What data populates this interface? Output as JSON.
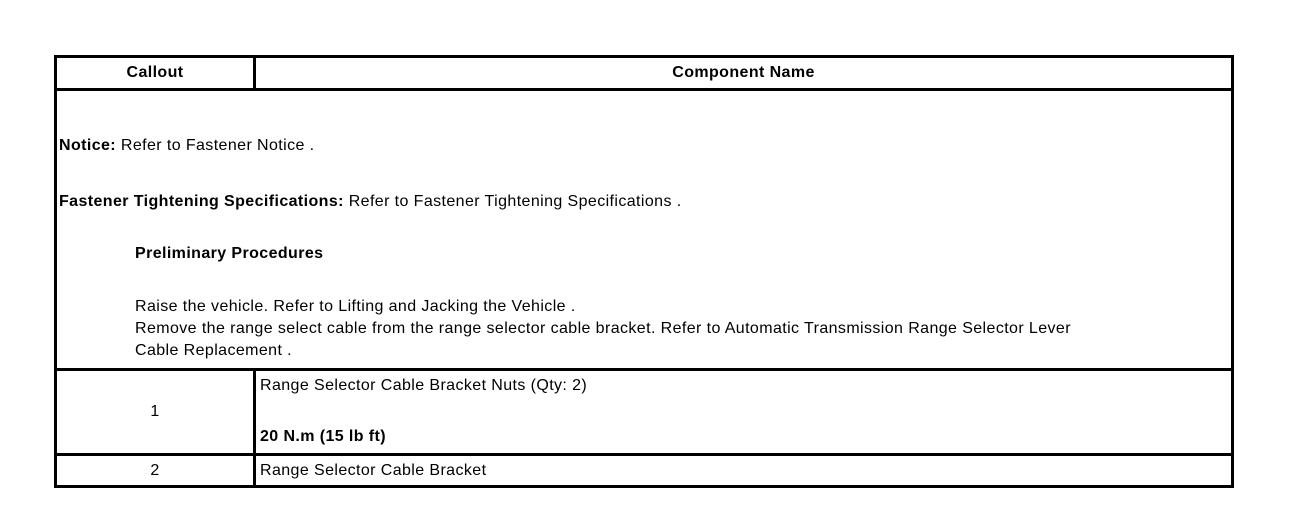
{
  "page": {
    "background_color": "#ffffff",
    "text_color": "#000000",
    "border_color": "#000000"
  },
  "table": {
    "header": {
      "callout_label": "Callout",
      "component_label": "Component Name"
    },
    "notes": {
      "notice_label": "Notice:",
      "notice_text": " Refer to Fastener Notice .",
      "fastener_label": "Fastener Tightening Specifications:",
      "fastener_text": " Refer to Fastener Tightening Specifications .",
      "preliminary_heading": "Preliminary Procedures",
      "procedure_lines": [
        "Raise the vehicle. Refer to Lifting and Jacking the Vehicle .",
        "Remove the range select cable from the range selector cable bracket. Refer to Automatic Transmission Range Selector Lever",
        "Cable Replacement ."
      ]
    },
    "rows": [
      {
        "callout": "1",
        "component": "Range Selector Cable Bracket Nuts (Qty: 2)",
        "torque": "20 N.m (15 lb ft)"
      },
      {
        "callout": "2",
        "component": "Range Selector Cable Bracket"
      }
    ]
  }
}
